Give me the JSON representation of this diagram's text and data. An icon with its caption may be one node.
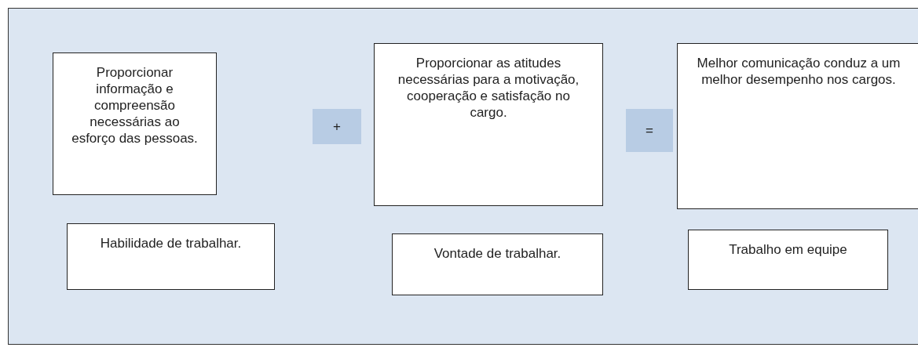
{
  "diagram": {
    "nodes": [
      {
        "text": [
          "Proporcionar informação e compreensão necessárias ao esforço das pessoas."
        ]
      },
      {
        "text": [
          "+"
        ]
      },
      {
        "text": [
          "Proporcionar as atitudes necessárias para a motivação, cooperação e satisfação no cargo."
        ]
      },
      {
        "text": [
          "="
        ]
      },
      {
        "text": [
          "Melhor comunicação conduz a um melhor desempenho nos cargos."
        ]
      },
      {
        "text": [
          "Habilidade de trabalhar."
        ]
      },
      {
        "text": [
          "Vontade de trabalhar."
        ]
      },
      {
        "text": [
          "Trabalho em equipe"
        ]
      }
    ],
    "edges": []
  }
}
